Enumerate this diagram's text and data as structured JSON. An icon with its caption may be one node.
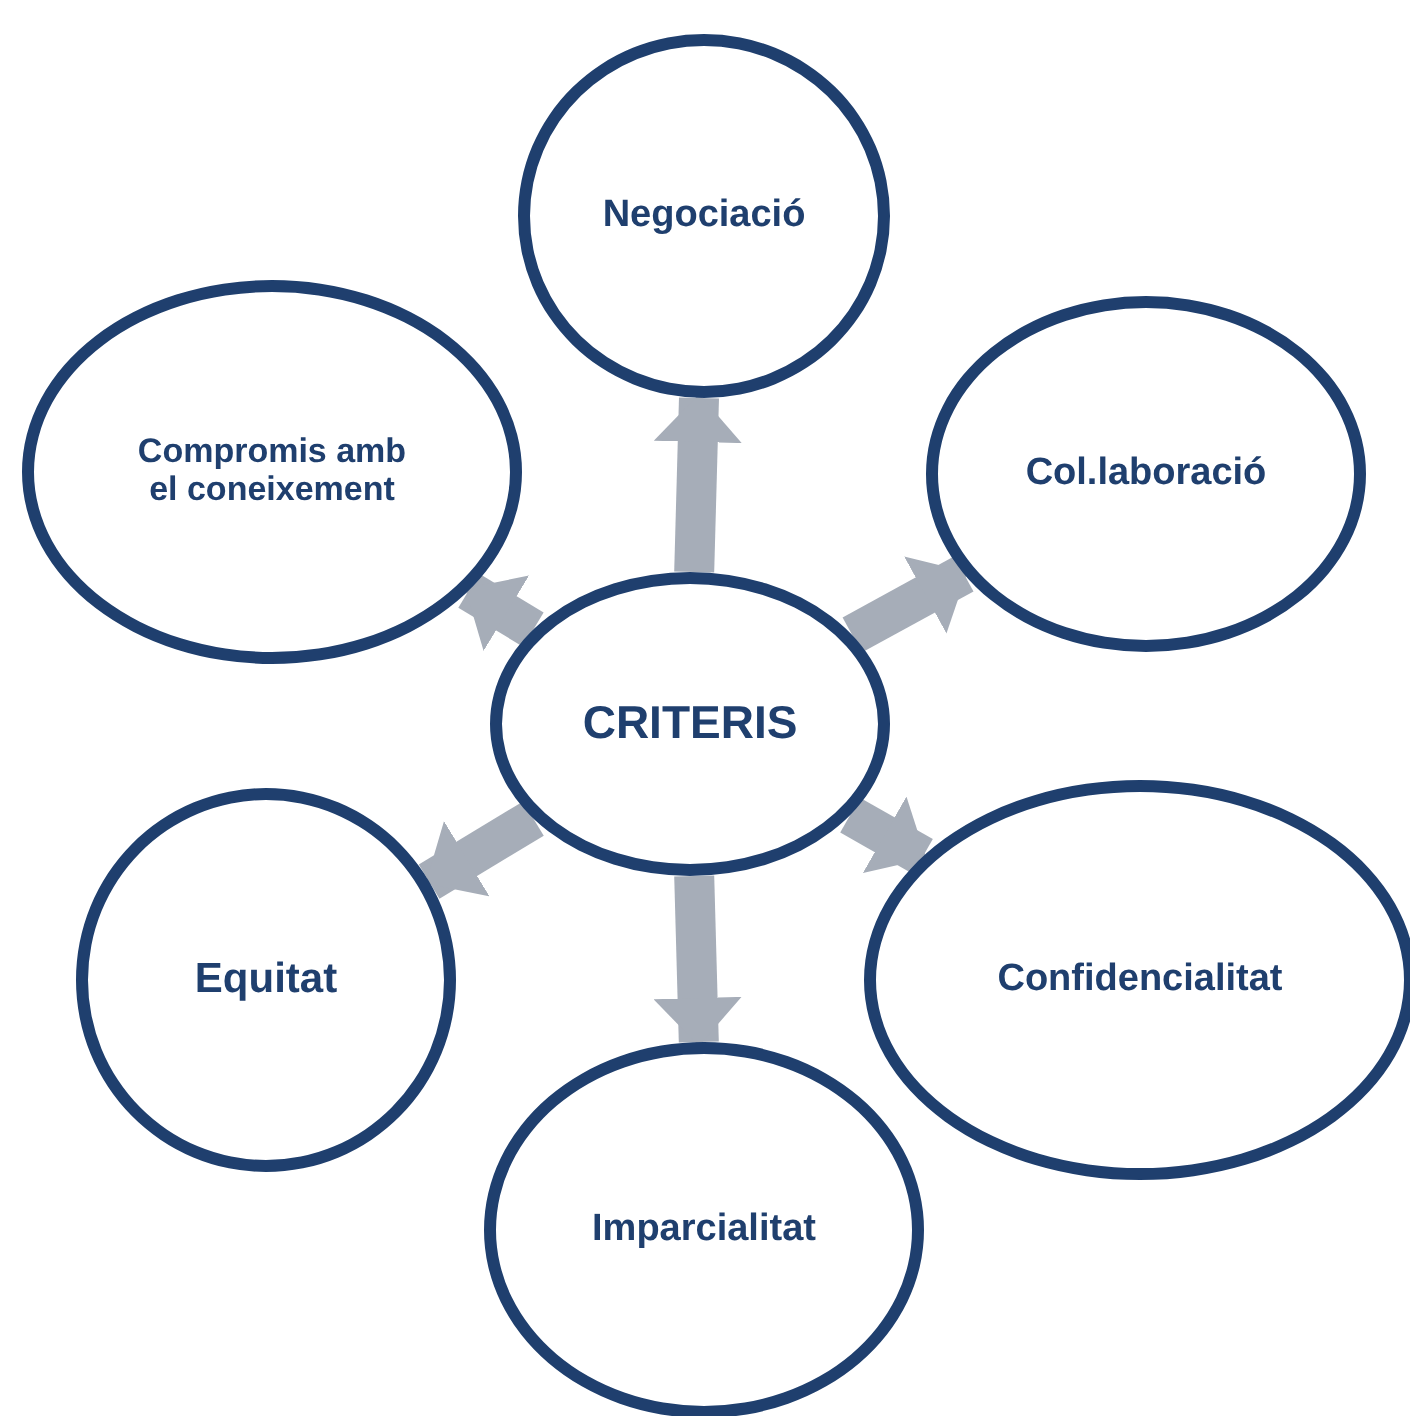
{
  "diagram": {
    "nodes": [
      {
        "text": [
          "CRITERIS"
        ]
      },
      {
        "text": [
          "Negociació"
        ]
      },
      {
        "text": [
          "Col.laboració"
        ]
      },
      {
        "text": [
          "Confidencialitat"
        ]
      },
      {
        "text": [
          "Imparcialitat"
        ]
      },
      {
        "text": [
          "Equitat"
        ]
      },
      {
        "text": [
          "Compromis amb el coneixement"
        ]
      }
    ],
    "edges": [
      {
        "from": 0,
        "to": 1,
        "arrow": "to"
      },
      {
        "from": 0,
        "to": 2,
        "arrow": "to"
      },
      {
        "from": 0,
        "to": 3,
        "arrow": "to"
      },
      {
        "from": 0,
        "to": 4,
        "arrow": "to"
      },
      {
        "from": 0,
        "to": 5,
        "arrow": "to"
      },
      {
        "from": 0,
        "to": 6,
        "arrow": "to"
      }
    ]
  }
}
